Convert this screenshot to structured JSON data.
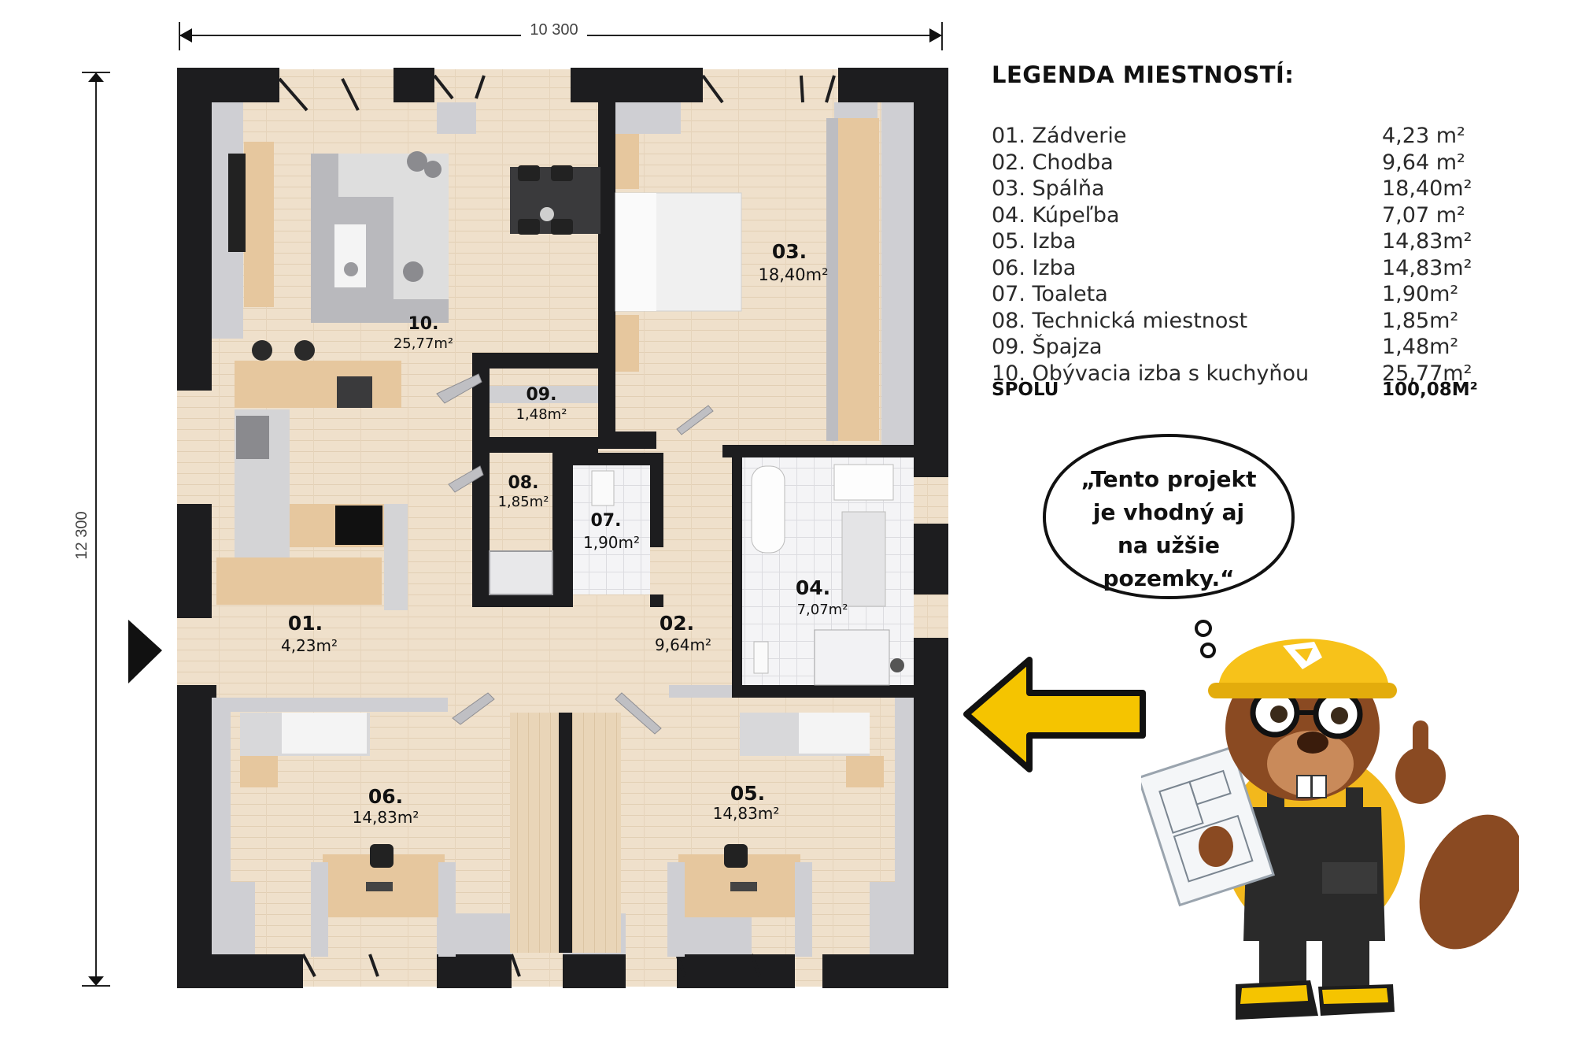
{
  "dimensions": {
    "width_label": "10 300",
    "height_label": "12 300"
  },
  "plan_rooms": [
    {
      "id": "room-01",
      "number": "01.",
      "area": "4,23m²"
    },
    {
      "id": "room-02",
      "number": "02.",
      "area": "9,64m²"
    },
    {
      "id": "room-03",
      "number": "03.",
      "area": "18,40m²"
    },
    {
      "id": "room-04",
      "number": "04.",
      "area": "7,07m²"
    },
    {
      "id": "room-05",
      "number": "05.",
      "area": "14,83m²"
    },
    {
      "id": "room-06",
      "number": "06.",
      "area": "14,83m²"
    },
    {
      "id": "room-07",
      "number": "07.",
      "area": "1,90m²"
    },
    {
      "id": "room-08",
      "number": "08.",
      "area": "1,85m²"
    },
    {
      "id": "room-09",
      "number": "09.",
      "area": "1,48m²"
    },
    {
      "id": "room-10",
      "number": "10.",
      "area": "25,77m²"
    }
  ],
  "legend": {
    "title": "LEGENDA MIESTNOSTÍ:",
    "items": [
      {
        "name": "01.  Zádverie",
        "area": "4,23 m²"
      },
      {
        "name": "02. Chodba",
        "area": "9,64 m²"
      },
      {
        "name": "03. Spálňa",
        "area": "18,40m²"
      },
      {
        "name": "04. Kúpeľba",
        "area": "7,07 m²"
      },
      {
        "name": "05. Izba",
        "area": "14,83m²"
      },
      {
        "name": "06. Izba",
        "area": "14,83m²"
      },
      {
        "name": "07. Toaleta",
        "area": "1,90m²"
      },
      {
        "name": "08. Technická miestnost",
        "area": "1,85m²"
      },
      {
        "name": "09. Špajza",
        "area": "1,48m²"
      },
      {
        "name": "10. Obývacia izba s kuchyňou",
        "area": "25,77m²"
      }
    ],
    "total_label": "SPOLU",
    "total_area": "100,08M²"
  },
  "speech_bubble": {
    "line1": "„Tento projekt",
    "line2": "je vhodný aj",
    "line3": "na užšie",
    "line4": "pozemky.“"
  },
  "colors": {
    "wall": "#1d1d1f",
    "floor": "#ecdcc6",
    "accent_arrow": "#f5c400",
    "helmet": "#f7c21a",
    "inner_wall": "#c9c9cd"
  }
}
